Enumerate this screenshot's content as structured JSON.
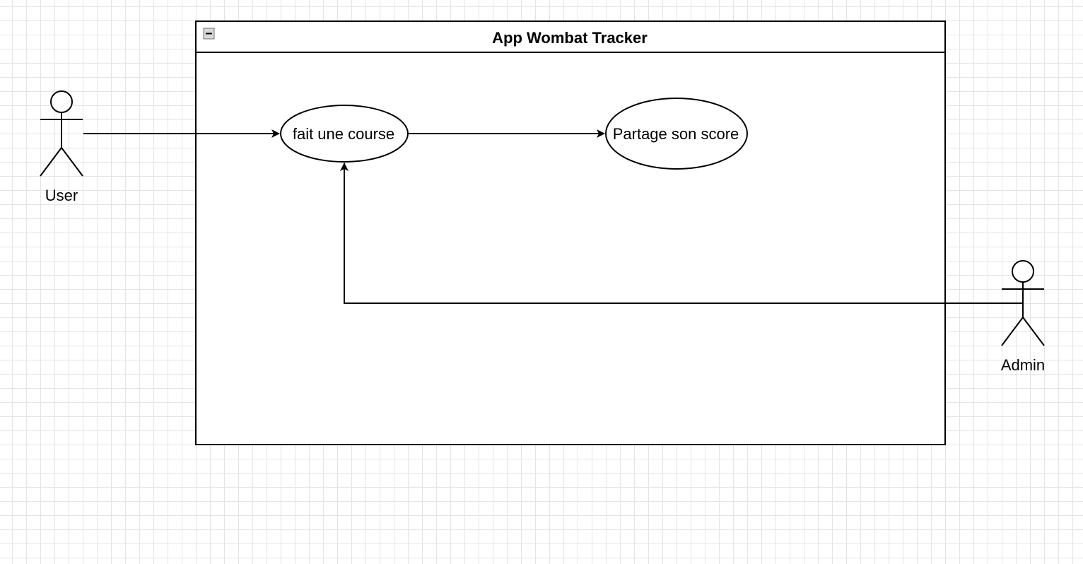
{
  "diagram": {
    "system": {
      "title": "App Wombat Tracker",
      "collapse_icon": "minus-icon"
    },
    "use_cases": [
      {
        "id": "uc-course",
        "label": "fait une course"
      },
      {
        "id": "uc-share",
        "label": "Partage son score"
      }
    ],
    "actors": [
      {
        "id": "user",
        "label": "User"
      },
      {
        "id": "admin",
        "label": "Admin"
      }
    ],
    "edges": [
      {
        "from": "user",
        "to": "uc-course",
        "arrow": "open-filled"
      },
      {
        "from": "uc-course",
        "to": "uc-share",
        "arrow": "open-filled"
      },
      {
        "from": "admin",
        "to": "uc-course",
        "arrow": "open-filled"
      }
    ],
    "colors": {
      "stroke": "#000000",
      "grid": "#e4e4e4",
      "background": "#ffffff"
    }
  }
}
